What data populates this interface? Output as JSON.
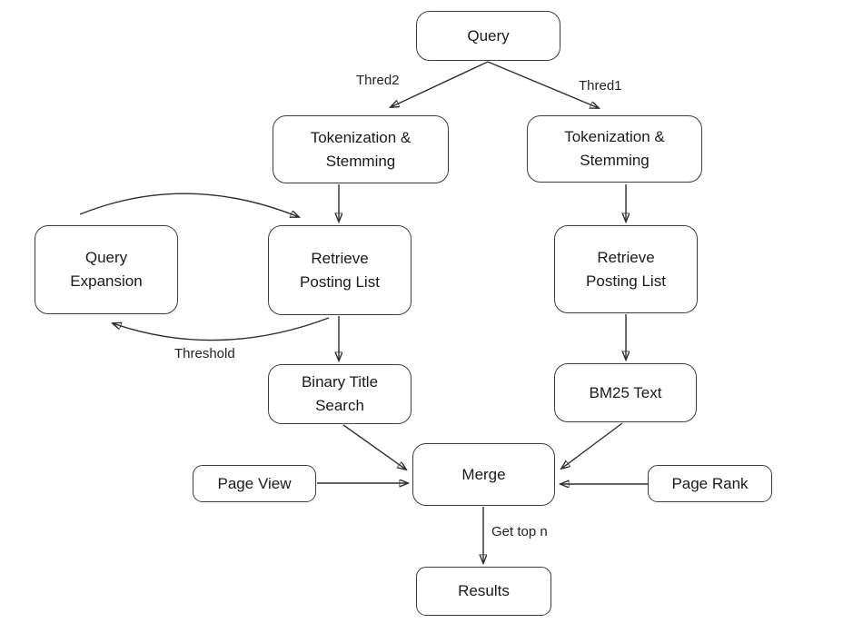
{
  "diagram": {
    "nodes": {
      "query": {
        "label": "Query"
      },
      "tokenization_left": {
        "line1": "Tokenization &",
        "line2": "Stemming"
      },
      "tokenization_right": {
        "line1": "Tokenization &",
        "line2": "Stemming"
      },
      "query_expansion": {
        "line1": "Query",
        "line2": "Expansion"
      },
      "retrieve_left": {
        "line1": "Retrieve",
        "line2": "Posting List"
      },
      "retrieve_right": {
        "line1": "Retrieve",
        "line2": "Posting List"
      },
      "binary_title_search": {
        "line1": "Binary Title",
        "line2": "Search"
      },
      "bm25_text": {
        "label": "BM25 Text"
      },
      "page_view": {
        "label": "Page View"
      },
      "merge": {
        "label": "Merge"
      },
      "page_rank": {
        "label": "Page Rank"
      },
      "results": {
        "label": "Results"
      }
    },
    "edge_labels": {
      "thred2": "Thred2",
      "thred1": "Thred1",
      "threshold": "Threshold",
      "get_top_n": "Get top n"
    },
    "colors": {
      "background": "#ffffff",
      "node_border": "#3d3d3d",
      "arrow": "#2e2e2e",
      "text": "#1a1a1a"
    }
  }
}
